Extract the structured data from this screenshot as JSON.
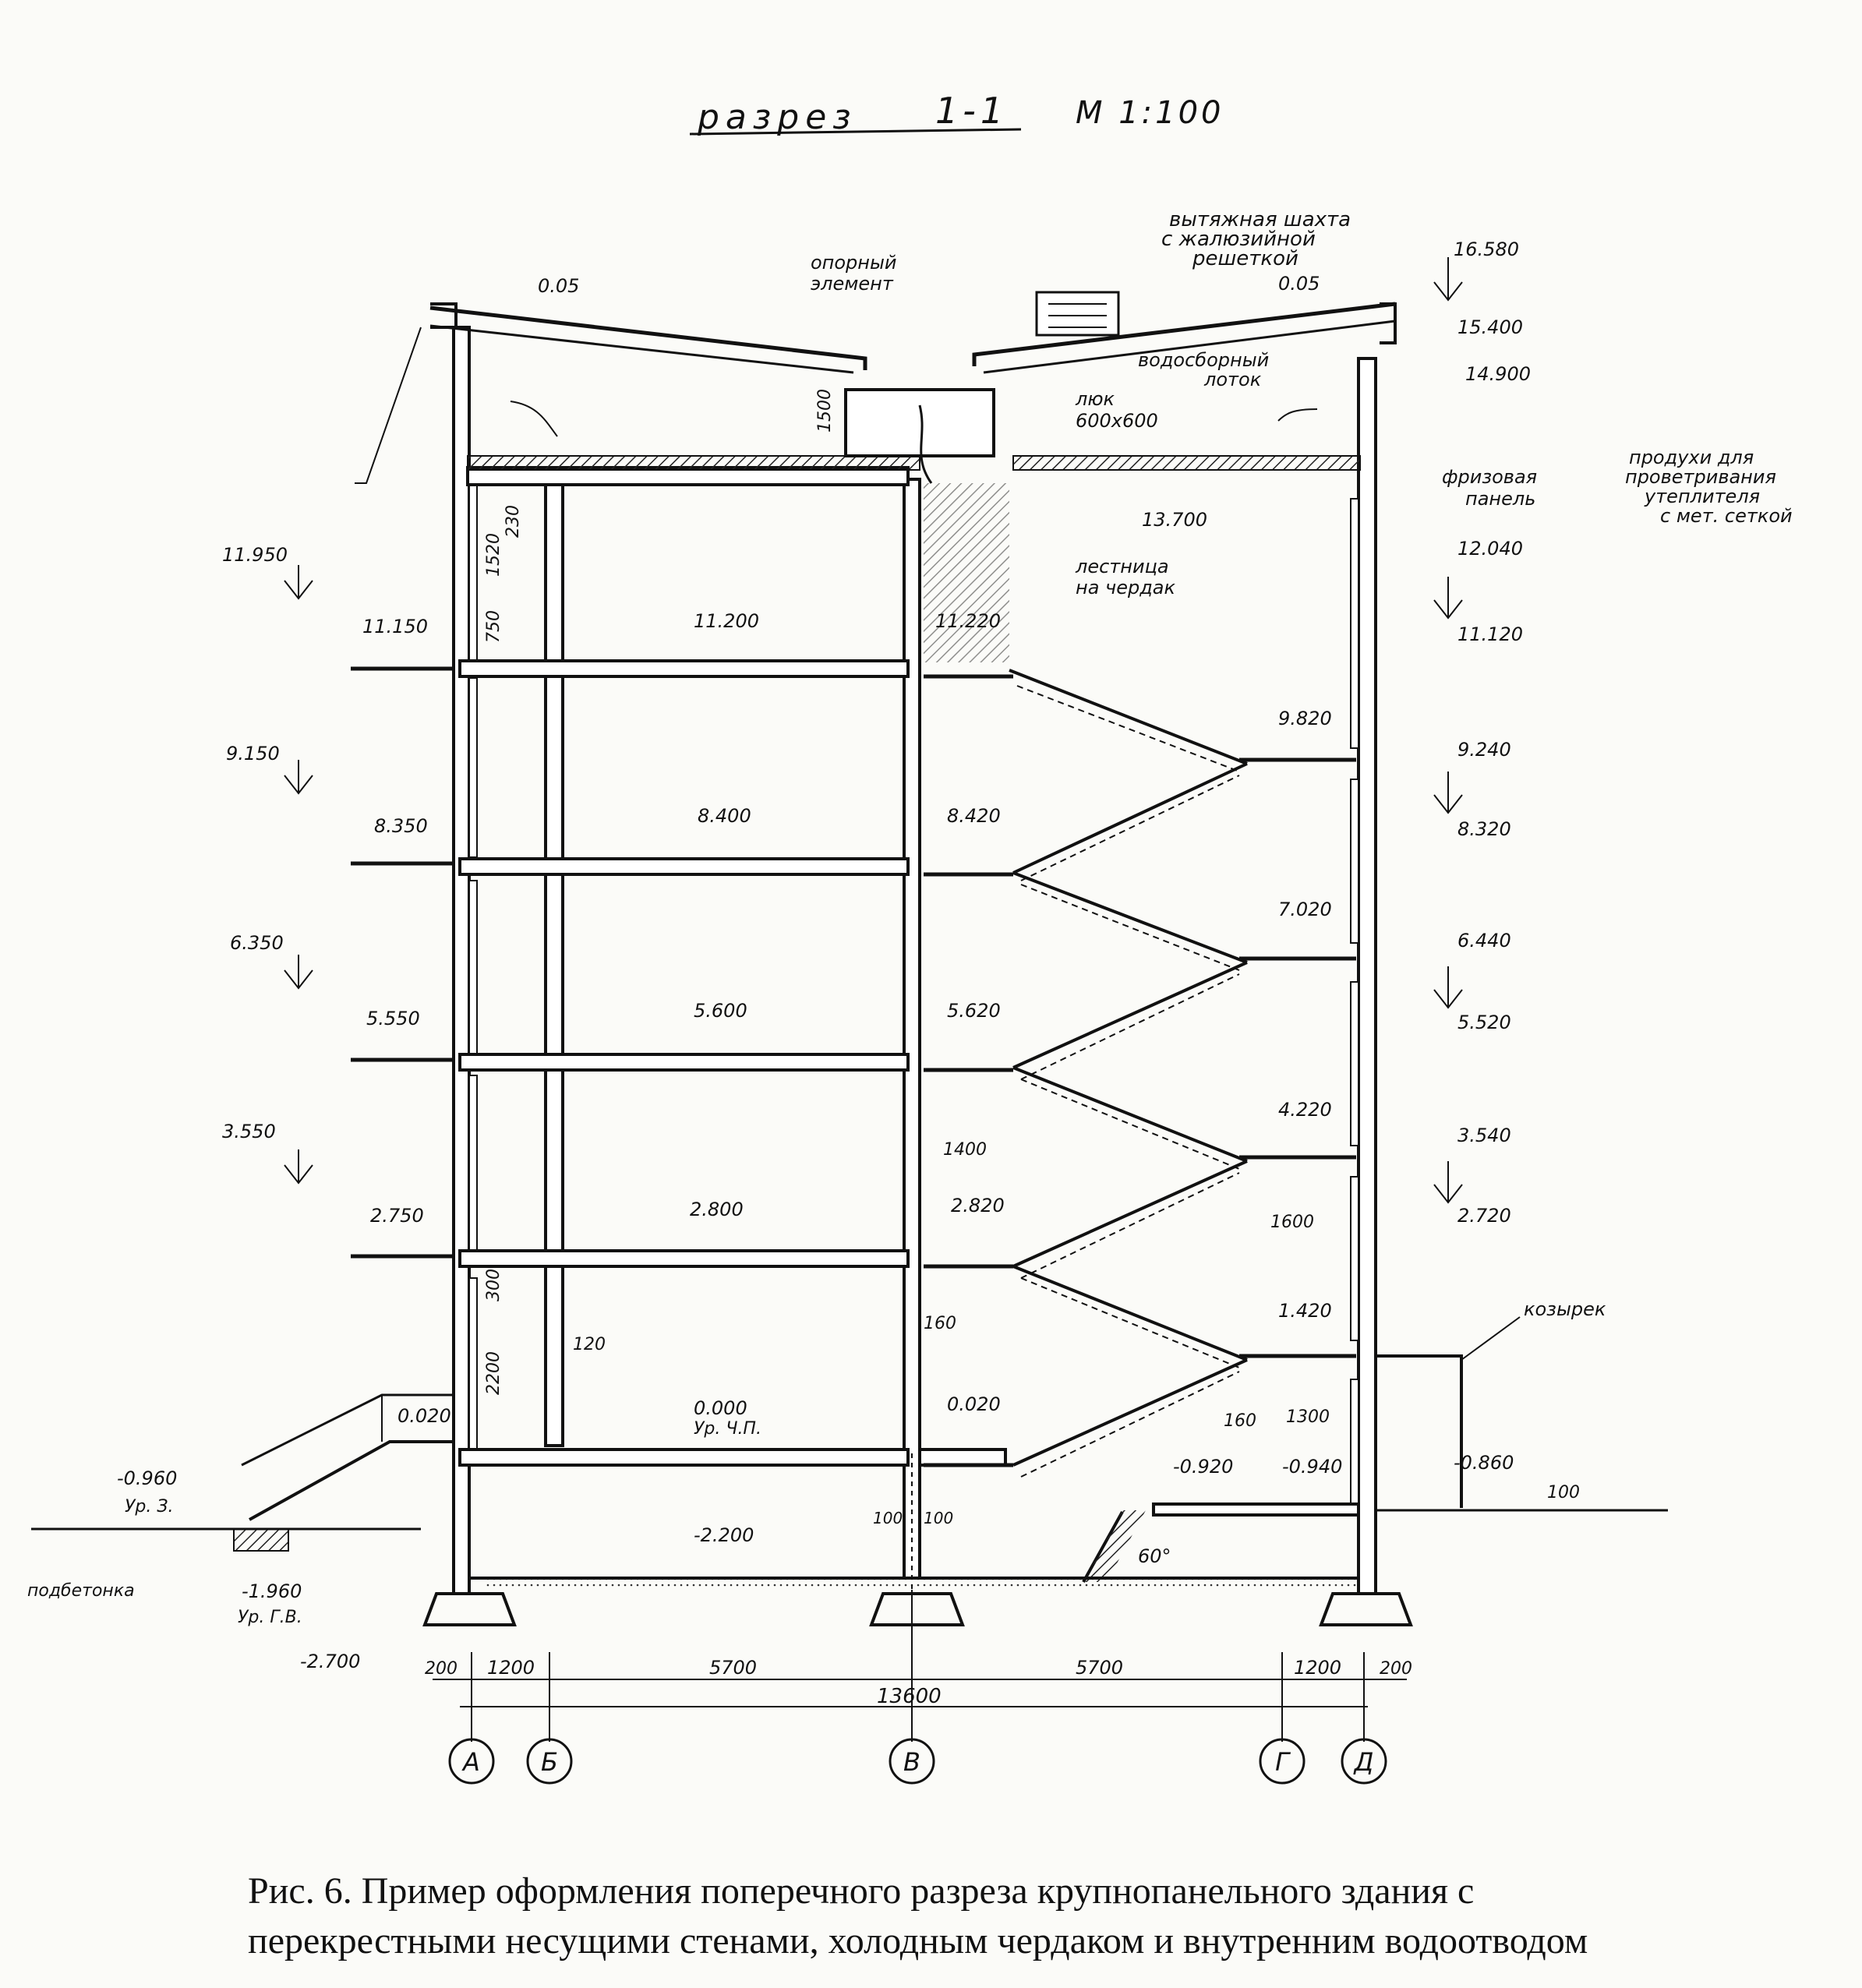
{
  "title": {
    "main": "разрез",
    "number": "1-1",
    "scale": "М 1:100"
  },
  "notes": {
    "shaft": [
      "вытяжная шахта",
      "с жалюзийной",
      "решеткой"
    ],
    "support": [
      "опорный",
      "элемент"
    ],
    "gutter": [
      "водосборный",
      "лоток"
    ],
    "hatch": [
      "люк",
      "600х600"
    ],
    "vents": [
      "продухи для",
      "проветривания",
      "утеплителя",
      "с мет. сеткой"
    ],
    "frieze": [
      "фризовая",
      "панель"
    ],
    "attic_stair": [
      "лестница",
      "на чердак"
    ],
    "canopy": "козырек",
    "concrete": "подбетонка",
    "slope_left": "0.05",
    "slope_right": "0.05",
    "angle": "60°",
    "ground_level": "Ур. З.",
    "floor_level": "Ур. Ч.П.",
    "water_level": "Ур. Г.В."
  },
  "left_marks": [
    "11.950",
    "11.150",
    "9.150",
    "8.350",
    "6.350",
    "5.550",
    "3.550",
    "2.750",
    "0.020",
    "-0.960",
    "-1.960",
    "-2.700"
  ],
  "floor_marks": [
    "11.200",
    "8.400",
    "5.600",
    "2.800",
    "0.000",
    "-2.200"
  ],
  "stair_marks": [
    "11.220",
    "8.420",
    "5.620",
    "2.820",
    "0.020",
    "13.700",
    "9.820",
    "7.020",
    "4.220",
    "1.420",
    "-0.920",
    "-0.940"
  ],
  "right_marks": [
    "16.580",
    "15.400",
    "14.900",
    "12.040",
    "11.120",
    "9.240",
    "8.320",
    "6.440",
    "5.520",
    "3.540",
    "2.720",
    "-0.860"
  ],
  "wall_dims": {
    "attic": "1500",
    "window": "1520",
    "pier": "750",
    "lintel": "230",
    "ground_window": "2200",
    "ground_lintel": "300",
    "wall_thk": "120",
    "slab": "160",
    "landing": "1400",
    "flight": "1600",
    "vest_a": "160",
    "vest_b": "1300",
    "step": "100"
  },
  "bottom_dims": [
    "200",
    "1200",
    "5700",
    "5700",
    "1200",
    "200"
  ],
  "total_dim": "13600",
  "wall_joint": [
    "100",
    "100"
  ],
  "axes": [
    "А",
    "Б",
    "В",
    "Г",
    "Д"
  ],
  "caption": [
    "Рис. 6. Пример оформления поперечного разреза крупнопанельного здания с",
    "перекрестными несущими стенами, холодным чердаком и внутренним водоотводом"
  ]
}
